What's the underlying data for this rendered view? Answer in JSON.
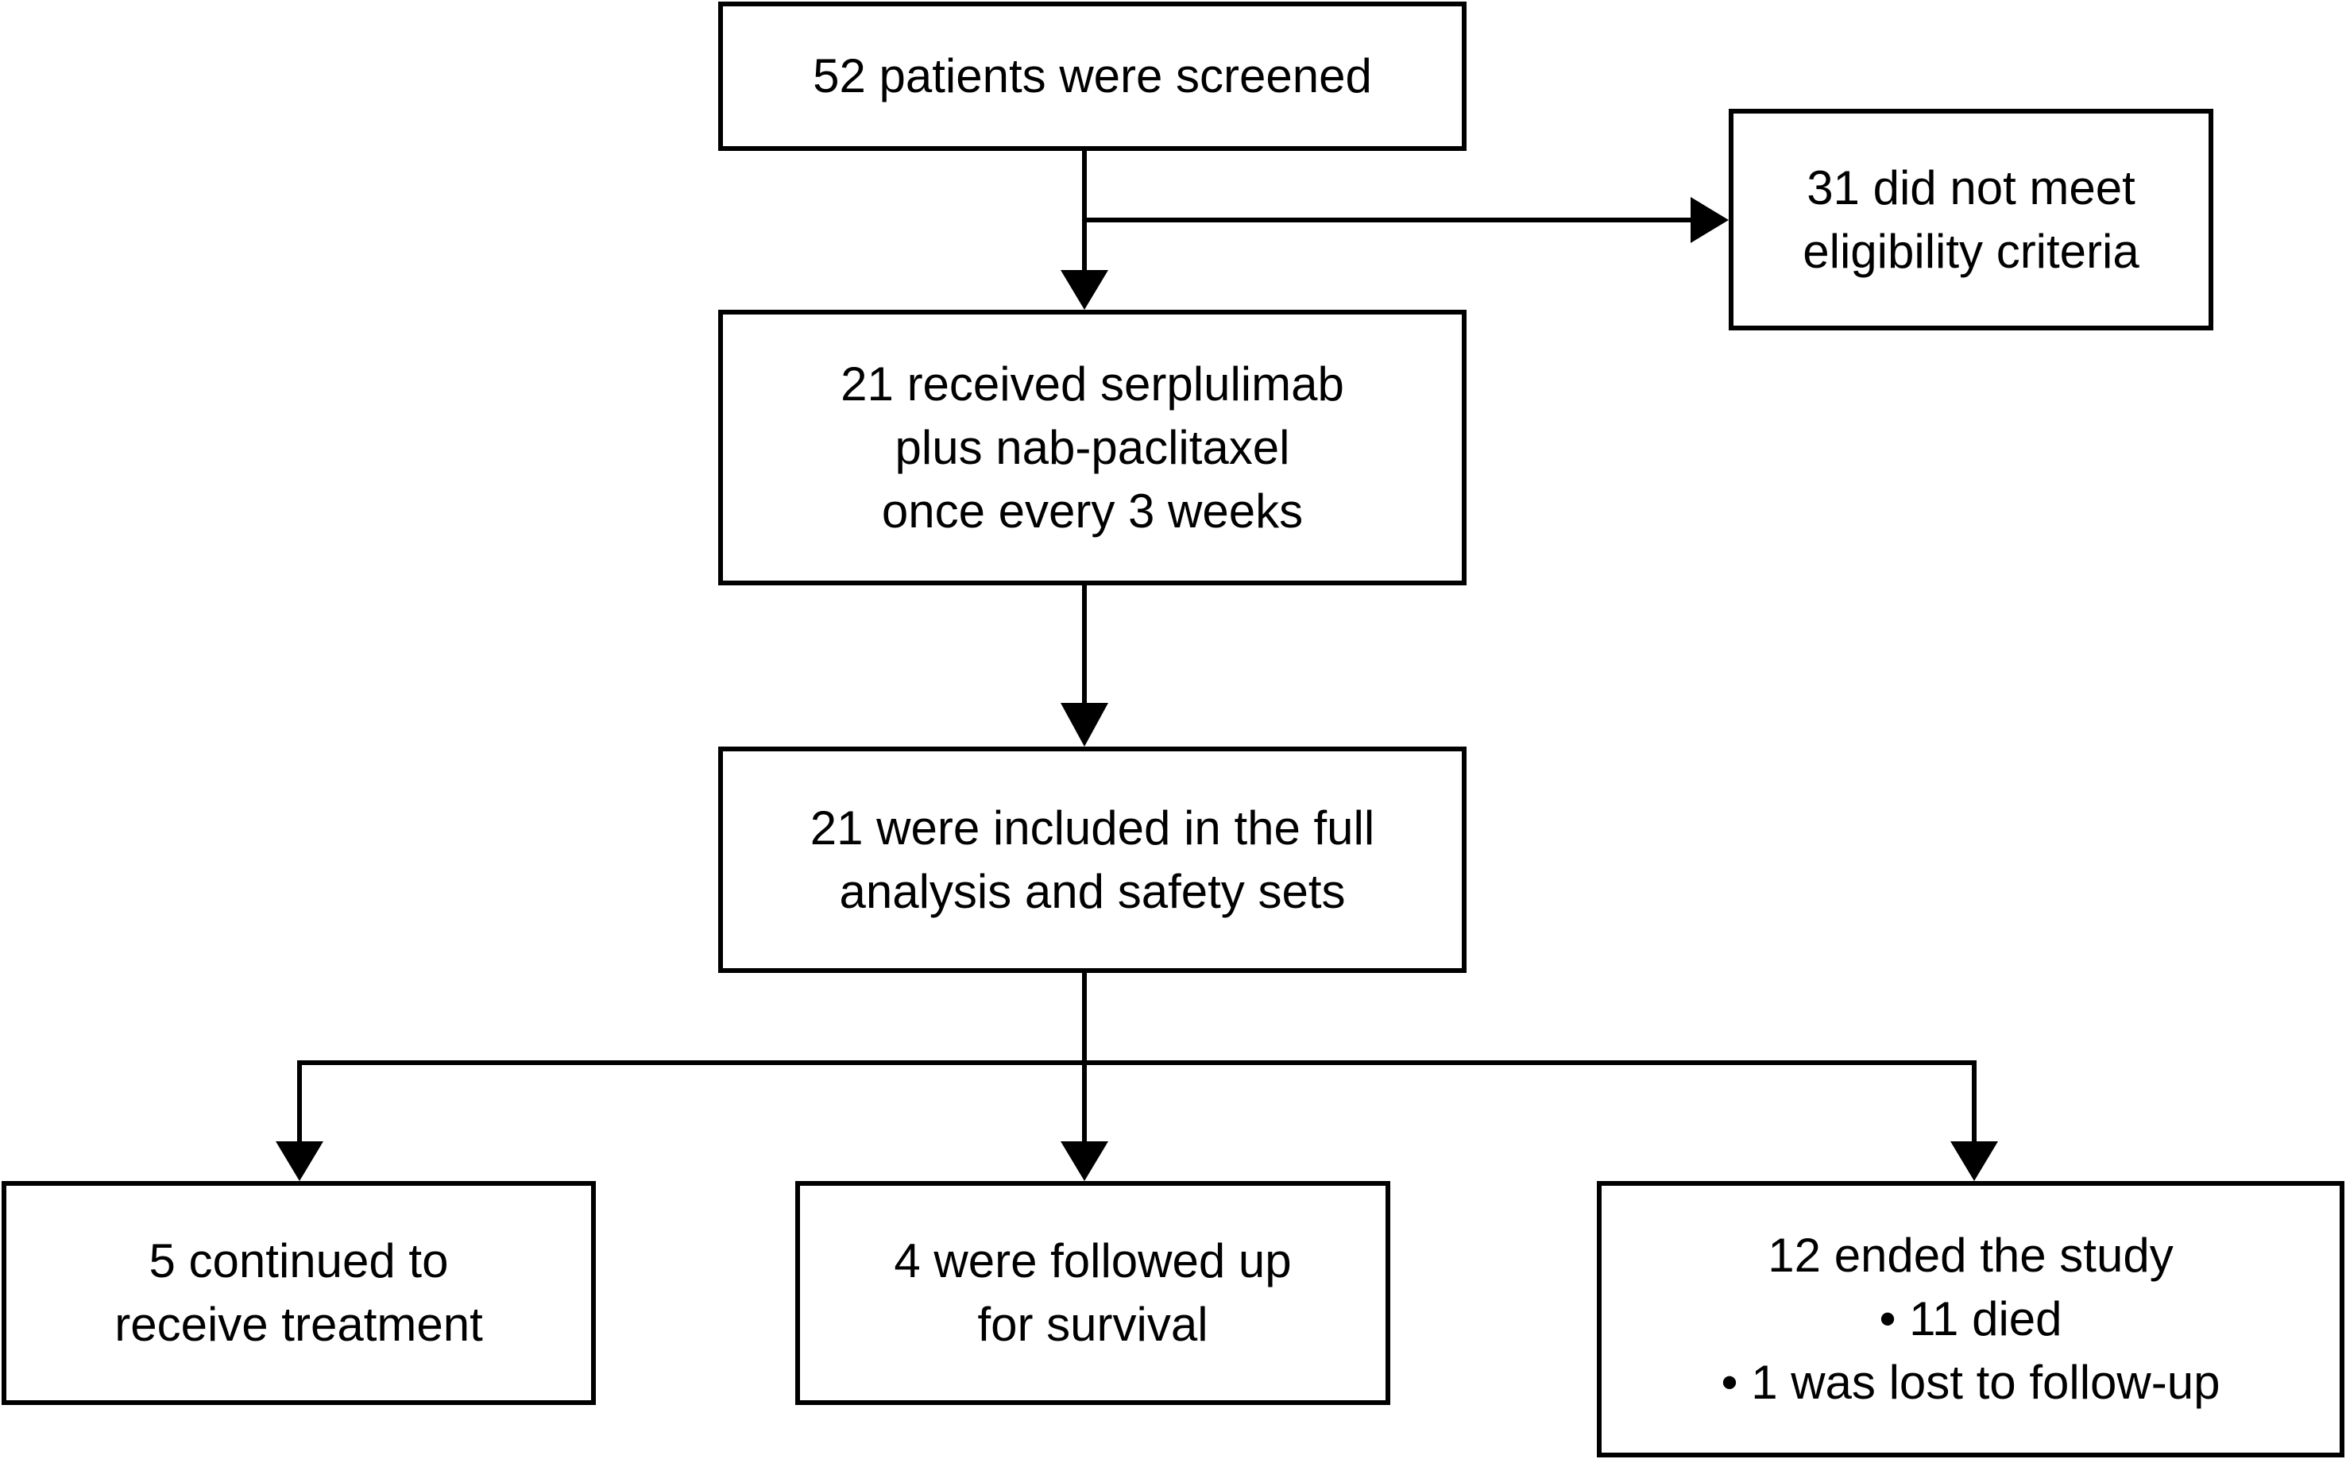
{
  "flowchart": {
    "screened": {
      "lines": [
        "52 patients were screened"
      ]
    },
    "excluded": {
      "lines": [
        "31 did not meet",
        "eligibility criteria"
      ]
    },
    "treated": {
      "lines": [
        "21 received serplulimab",
        "plus nab-paclitaxel",
        "once every 3 weeks"
      ]
    },
    "analysis": {
      "lines": [
        "21 were included in the full",
        "analysis and safety sets"
      ]
    },
    "continued": {
      "lines": [
        "5 continued to",
        "receive treatment"
      ]
    },
    "followed": {
      "lines": [
        "4 were followed up",
        "for survival"
      ]
    },
    "ended": {
      "lines": [
        "12 ended the study"
      ],
      "bullets": [
        "• 11 died",
        "• 1 was lost to follow-up"
      ]
    }
  }
}
